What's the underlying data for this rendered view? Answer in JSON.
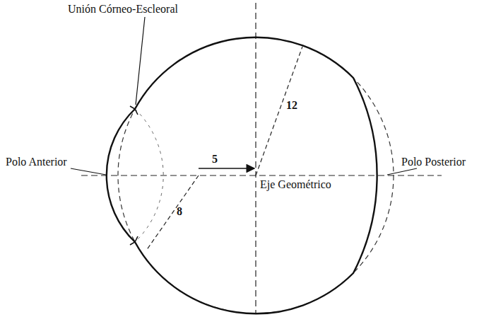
{
  "diagram": {
    "labels": [
      "Unión Córneo-Escleoral",
      "Polo Anterior",
      "Polo Posterior",
      "Eje Geométrico",
      "5",
      "8",
      "12"
    ]
  }
}
